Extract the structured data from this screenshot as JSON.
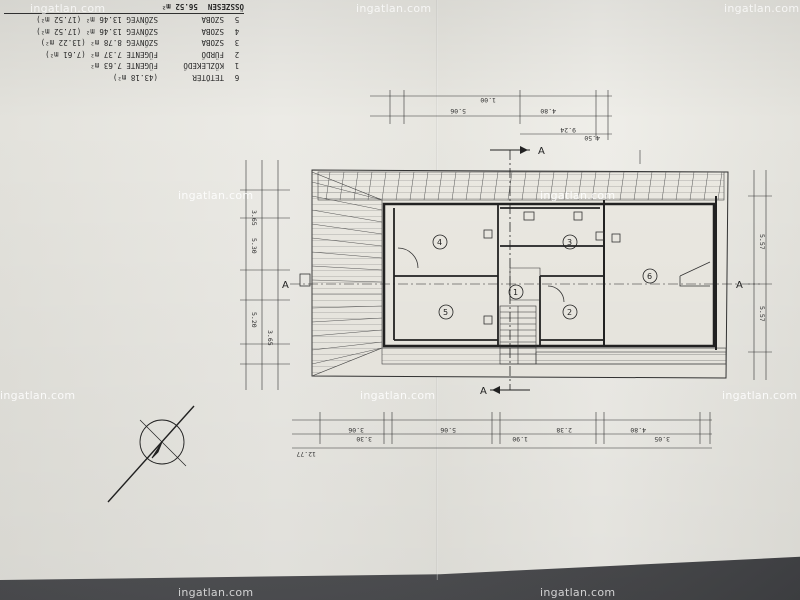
{
  "floor_title": "TETŐTÉR",
  "floor_area": "(43.18 m²)",
  "floor_number": "6",
  "rooms": [
    {
      "num": "1",
      "name": "KÖZLEKEDŐ",
      "floor": "FÜGENTE",
      "area": "7.63 m²"
    },
    {
      "num": "2",
      "name": "FÜRDŐ",
      "floor": "FÜGENTE",
      "area": "7.37 m² (7.61 m²)"
    },
    {
      "num": "3",
      "name": "SZOBA",
      "floor": "SZŐNYEG",
      "area": "8.78 m² (13.22 m²)"
    },
    {
      "num": "4",
      "name": "SZOBA",
      "floor": "SZŐNYEG",
      "area": "13.46 m² (17.52 m²)"
    },
    {
      "num": "5",
      "name": "SZOBA",
      "floor": "SZŐNYEG",
      "area": "13.46 m² (17.52 m²)"
    }
  ],
  "total_label": "ÖSSZESEN",
  "total_value": "56.52 m²",
  "dimensions": {
    "top_overall": "9.24",
    "top_a": "5.06",
    "top_b": "4.50",
    "top_c": "1.00",
    "top_d": "4.80",
    "bottom_overall": "12.77",
    "bottom_a": "3.05",
    "bottom_b": "1.90",
    "bottom_c": "2.38",
    "bottom_d": "5.06",
    "bottom_e": "3.30",
    "bottom_f": "4.80",
    "bottom_g": "3.06",
    "left_a": "3.65",
    "left_b": "5.30",
    "left_c": "5.20",
    "left_d": "3.65",
    "right_a": "5.57",
    "right_b": "5.57"
  },
  "room_labels": [
    "4",
    "3",
    "5",
    "2",
    "1",
    "6"
  ],
  "section_marks": [
    "A",
    "A",
    "A",
    "A"
  ],
  "watermark": "ingatlan.com"
}
